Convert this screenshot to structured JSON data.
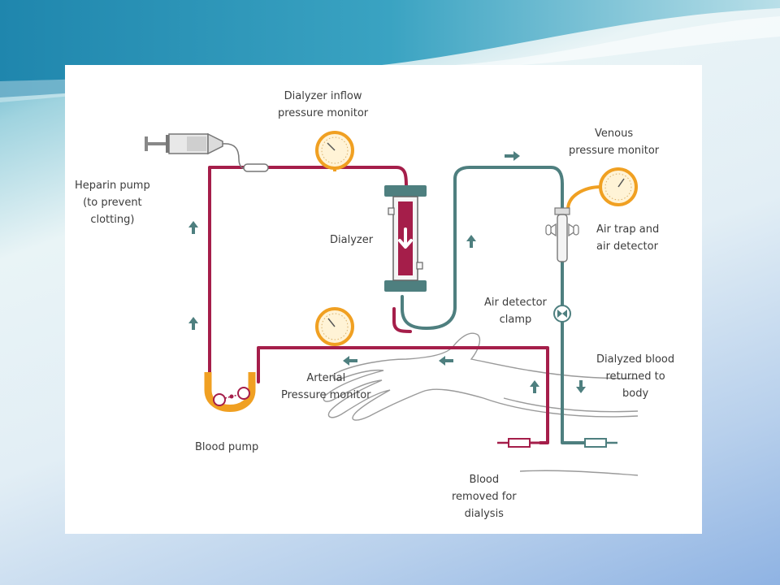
{
  "colors": {
    "blood_line": "#a51e4a",
    "return_line": "#4e7f7f",
    "pump_orange": "#f0a022",
    "gauge_face": "#fff3d6",
    "arrow": "#4e7f7f",
    "hand_outline": "#9a9a9a"
  },
  "labels": {
    "dialyzer_inflow": [
      "Dialyzer inflow",
      "pressure monitor"
    ],
    "heparin_pump": [
      "Heparin pump",
      "(to prevent",
      "clotting)"
    ],
    "venous": [
      "Venous",
      "pressure monitor"
    ],
    "air_trap": [
      "Air trap and",
      "air detector"
    ],
    "dialyzer": "Dialyzer",
    "air_detector_clamp": [
      "Air detector",
      "clamp"
    ],
    "dialyzed_blood": [
      "Dialyzed  blood",
      "returned to",
      "body"
    ],
    "arterial": [
      "Arterial",
      "Pressure monitor"
    ],
    "blood_pump": "Blood pump",
    "blood_removed": [
      "Blood",
      "removed for",
      "dialysis"
    ]
  },
  "icons": [
    "syringe-icon",
    "pressure-gauge-icon",
    "dialyzer-icon",
    "air-trap-icon",
    "clamp-valve-icon",
    "blood-pump-icon",
    "flow-arrow-icon",
    "hand-outline"
  ]
}
